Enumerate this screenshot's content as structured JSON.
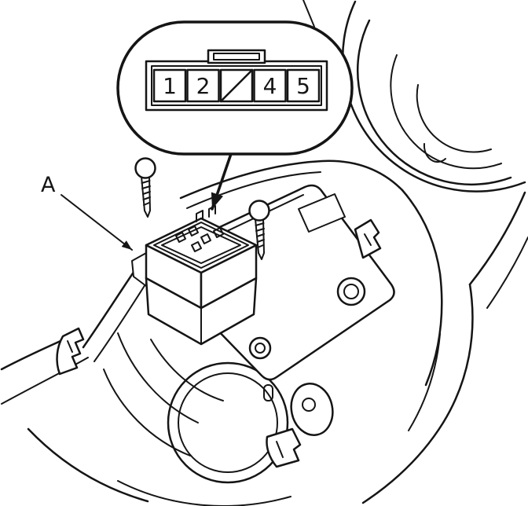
{
  "diagram": {
    "callout": {
      "pins": [
        "1",
        "2",
        "",
        "4",
        "5"
      ],
      "slashed_cell_index": 2
    },
    "component_label": "A",
    "colors": {
      "ink": "#151515",
      "paper": "#ffffff"
    }
  }
}
